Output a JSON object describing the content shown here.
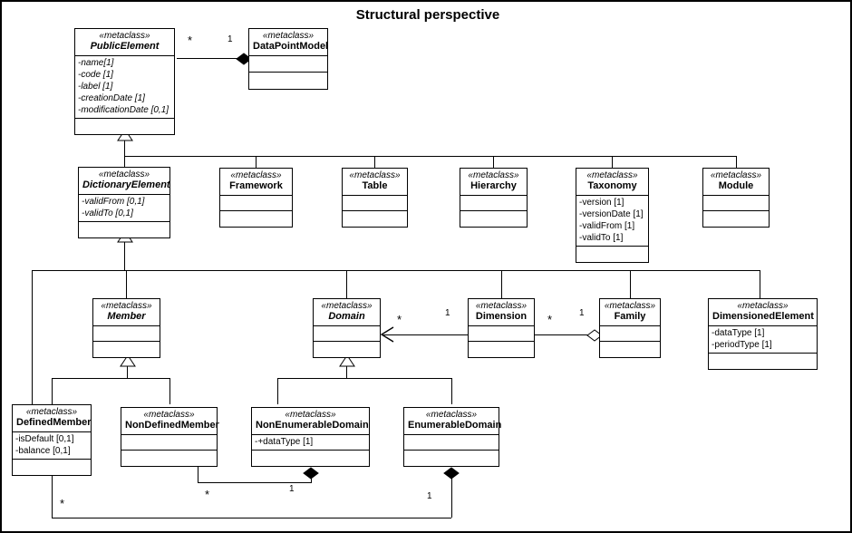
{
  "diagram": {
    "title": "Structural perspective",
    "stereotype": "«metaclass»",
    "notation": "UML class diagram"
  },
  "classes": [
    {
      "id": "public-element",
      "name": "PublicElement",
      "stereotype": "«metaclass»",
      "abstract": true,
      "attributes": [
        "-name[1]",
        "-code [1]",
        "-label [1]",
        "-creationDate [1]",
        "-modificationDate [0,1]"
      ]
    },
    {
      "id": "data-point-model",
      "name": "DataPointModel",
      "stereotype": "«metaclass»",
      "abstract": false,
      "attributes": []
    },
    {
      "id": "dictionary-element",
      "name": "DictionaryElement",
      "stereotype": "«metaclass»",
      "abstract": true,
      "attributes": [
        "-validFrom [0,1]",
        "-validTo [0,1]"
      ]
    },
    {
      "id": "framework",
      "name": "Framework",
      "stereotype": "«metaclass»",
      "abstract": false,
      "attributes": []
    },
    {
      "id": "table",
      "name": "Table",
      "stereotype": "«metaclass»",
      "abstract": false,
      "attributes": []
    },
    {
      "id": "hierarchy",
      "name": "Hierarchy",
      "stereotype": "«metaclass»",
      "abstract": false,
      "attributes": []
    },
    {
      "id": "taxonomy",
      "name": "Taxonomy",
      "stereotype": "«metaclass»",
      "abstract": false,
      "attributes": [
        "-version [1]",
        "-versionDate [1]",
        "-validFrom [1]",
        "-validTo [1]"
      ]
    },
    {
      "id": "module",
      "name": "Module",
      "stereotype": "«metaclass»",
      "abstract": false,
      "attributes": []
    },
    {
      "id": "member",
      "name": "Member",
      "stereotype": "«metaclass»",
      "abstract": true,
      "attributes": []
    },
    {
      "id": "domain",
      "name": "Domain",
      "stereotype": "«metaclass»",
      "abstract": true,
      "attributes": []
    },
    {
      "id": "dimension",
      "name": "Dimension",
      "stereotype": "«metaclass»",
      "abstract": false,
      "attributes": []
    },
    {
      "id": "family",
      "name": "Family",
      "stereotype": "«metaclass»",
      "abstract": false,
      "attributes": []
    },
    {
      "id": "dimensioned-element",
      "name": "DimensionedElement",
      "stereotype": "«metaclass»",
      "abstract": false,
      "attributes": [
        "-dataType [1]",
        "-periodType [1]"
      ]
    },
    {
      "id": "defined-member",
      "name": "DefinedMember",
      "stereotype": "«metaclass»",
      "abstract": false,
      "attributes": [
        "-isDefault [0,1]",
        "-balance [0,1]"
      ]
    },
    {
      "id": "non-defined-member",
      "name": "NonDefinedMember",
      "stereotype": "«metaclass»",
      "abstract": false,
      "attributes": []
    },
    {
      "id": "non-enumerable-domain",
      "name": "NonEnumerableDomain",
      "stereotype": "«metaclass»",
      "abstract": false,
      "attributes": [
        "-+dataType [1]"
      ]
    },
    {
      "id": "enumerable-domain",
      "name": "EnumerableDomain",
      "stereotype": "«metaclass»",
      "abstract": false,
      "attributes": []
    }
  ],
  "multiplicities": {
    "public_element_star": "*",
    "data_point_model_one": "1",
    "domain_star": "*",
    "dimension_one": "1",
    "dimension_star": "*",
    "family_one": "1",
    "non_defined_member_star": "*",
    "non_enumerable_domain_one": "1",
    "defined_member_star": "*",
    "enumerable_domain_one": "1"
  },
  "colors": {
    "line": "#000000",
    "fill": "#ffffff",
    "text": "#000000"
  }
}
